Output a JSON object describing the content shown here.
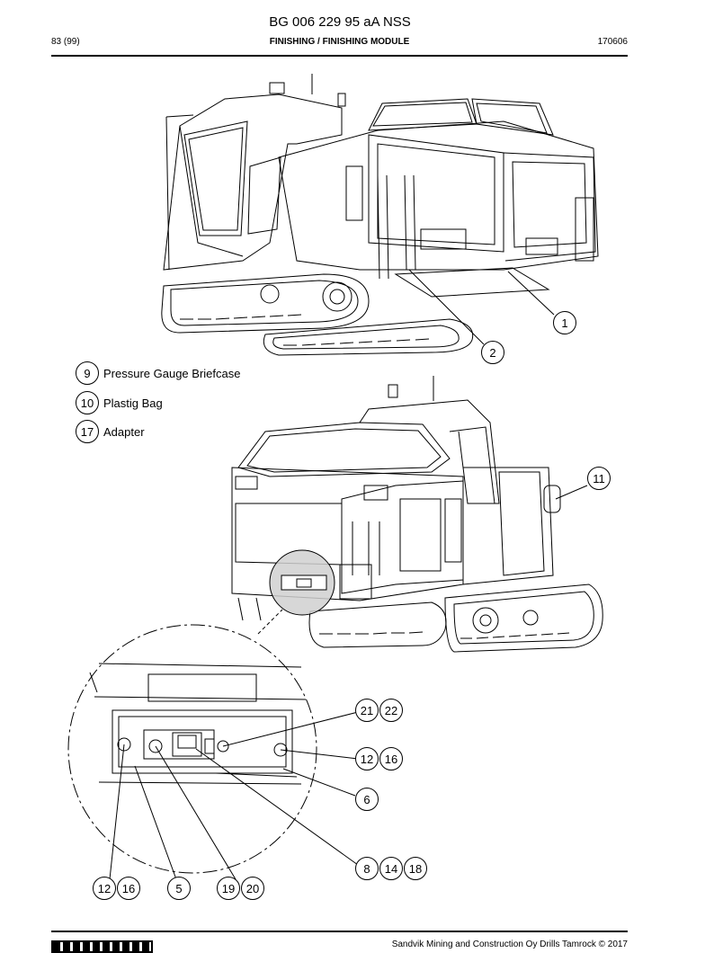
{
  "header": {
    "doc_title": "BG 006 229 95 aA NSS",
    "page": "83 (99)",
    "section": "FINISHING / FINISHING MODULE",
    "code": "170606"
  },
  "legend": [
    {
      "num": "9",
      "label": "Pressure Gauge Briefcase"
    },
    {
      "num": "10",
      "label": "Plastig Bag"
    },
    {
      "num": "17",
      "label": "Adapter"
    }
  ],
  "callouts": {
    "c1": "1",
    "c2": "2",
    "c11": "11",
    "c21": "21",
    "c22": "22",
    "c12a": "12",
    "c16a": "16",
    "c6": "6",
    "c8": "8",
    "c14": "14",
    "c18": "18",
    "c12b": "12",
    "c16b": "16",
    "c5": "5",
    "c19": "19",
    "c20": "20"
  },
  "footer": {
    "copyright": "Sandvik Mining and Construction Oy Drills Tamrock © 2017"
  }
}
